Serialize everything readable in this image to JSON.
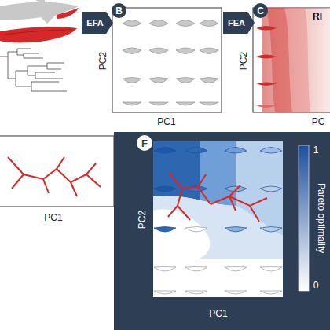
{
  "diagram": {
    "nodes": [
      {
        "text": [
          "EFA"
        ]
      },
      {
        "text": [
          "B"
        ]
      },
      {
        "text": [
          "FEA"
        ]
      },
      {
        "text": [
          "C"
        ]
      },
      {
        "text": [
          "F"
        ]
      }
    ],
    "labels": [
      "PC2",
      "PC1",
      "RI",
      "PC2",
      "PC",
      "PC1",
      "PC2",
      "PC1",
      "1",
      "0",
      "Pareto optimality"
    ]
  }
}
